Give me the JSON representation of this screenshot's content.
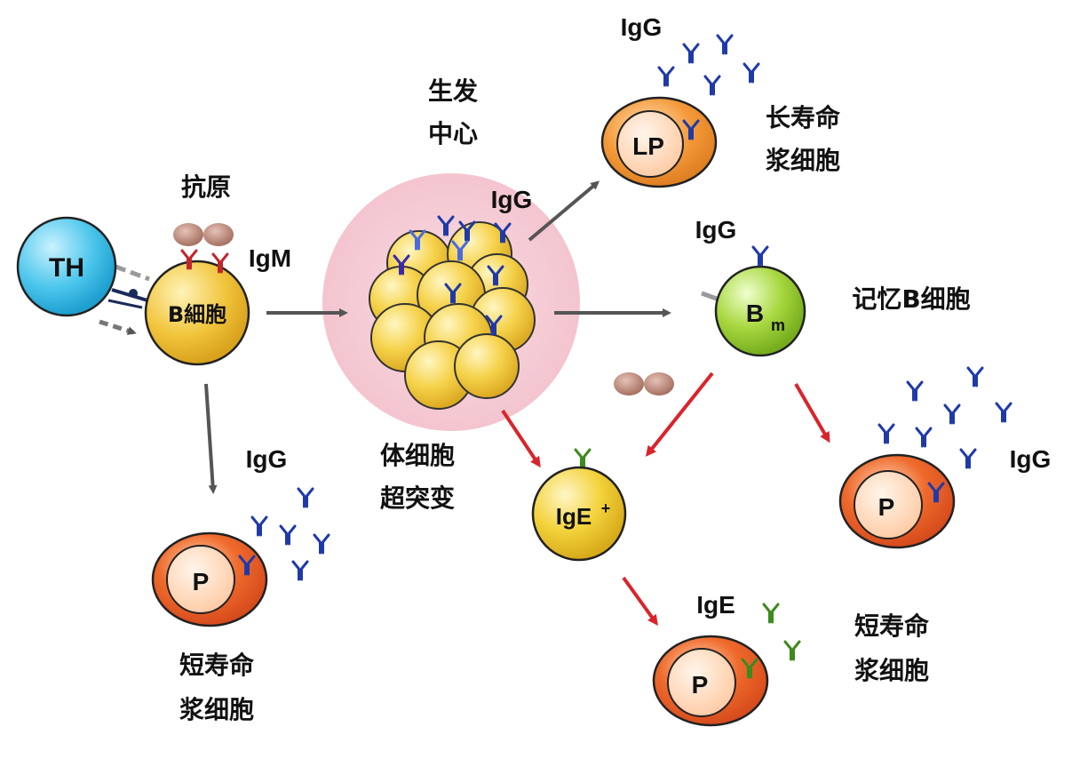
{
  "colors": {
    "th_cell": "#4cc6ec",
    "b_cell": "#f1c53c",
    "germinal_center": "#f6cdd6",
    "memory_cell": "#a8d840",
    "plasma_cell": "#ef6a2c",
    "long_lived_plasma": "#f49a3a",
    "ige_cell": "#f3d33c",
    "igg_antibody": "#1f3aa8",
    "igm_antibody": "#c0272d",
    "ige_antibody": "#3d8a1e",
    "gray_arrow": "#555555",
    "red_arrow": "#d9242b",
    "antigen": "#b07a6a"
  },
  "icons": [
    "antibody-y-icon",
    "antigen-blob-icon",
    "arrow-icon"
  ],
  "labels": {
    "th_cell": "TH",
    "antigen": "抗原",
    "igm": "IgM",
    "b_cell": "B細胞",
    "germinal_center_1": "生发",
    "germinal_center_2": "中心",
    "gc_igg": "IgG",
    "somatic_1": "体细胞",
    "somatic_2": "超突变",
    "igg_top": "IgG",
    "lp_cell": "LP",
    "long_lived_1": "长寿命",
    "long_lived_2": "浆细胞",
    "igg_memory": "IgG",
    "memory_cell": "B",
    "memory_sub": "m",
    "memory_label": "记忆B细胞",
    "igg_left": "IgG",
    "p_left": "P",
    "short_left_1": "短寿命",
    "short_left_2": "浆细胞",
    "ige_plus": "IgE",
    "ige_plus_sup": "+",
    "ige": "IgE",
    "p_bottom": "P",
    "short_right_1": "短寿命",
    "short_right_2": "浆细胞",
    "igg_right": "IgG",
    "p_right": "P"
  }
}
